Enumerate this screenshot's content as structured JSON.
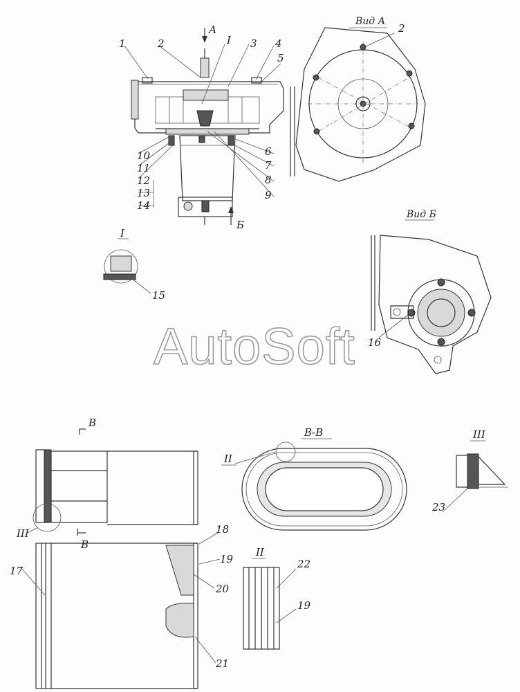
{
  "watermark": "AutoSoft",
  "views": {
    "view_a": "Вид А",
    "view_b": "Вид Б",
    "section_bb": "В-В",
    "detail_1": "I",
    "detail_2": "II",
    "detail_3": "III",
    "arrow_a": "А",
    "arrow_b": "Б",
    "cut_b": "В"
  },
  "callouts": [
    "1",
    "2",
    "3",
    "4",
    "5",
    "6",
    "7",
    "8",
    "9",
    "10",
    "11",
    "12",
    "13",
    "14",
    "15",
    "16",
    "17",
    "18",
    "19",
    "20",
    "21",
    "22",
    "23"
  ],
  "colors": {
    "line": "#333333",
    "watermark_stroke": "#9a9a9a",
    "background": "#fdfdfd"
  }
}
